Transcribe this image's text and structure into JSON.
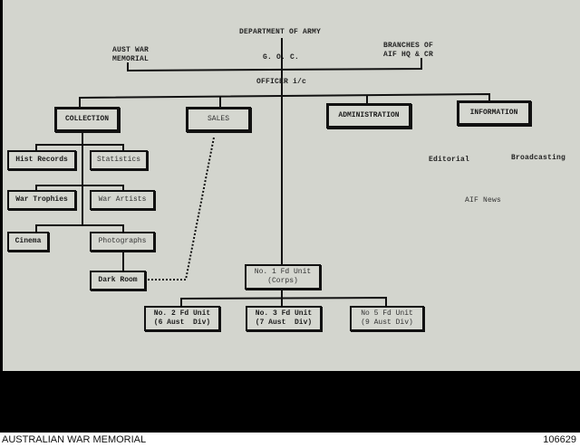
{
  "chart": {
    "top": {
      "department": "DEPARTMENT OF ARMY",
      "goc": "G. O. C.",
      "awm": "AUST WAR\nMEMORIAL",
      "branches": "BRANCHES OF\nAIF HQ & CR",
      "officer": "OFFICER i/c"
    },
    "sections": {
      "collection": "COLLECTION",
      "sales": "SALES",
      "administration": "ADMINISTRATION",
      "information": "INFORMATION"
    },
    "collection_units": {
      "hist_records": "Hist Records",
      "statistics": "Statistics",
      "war_trophies": "War Trophies",
      "war_artists": "War Artists",
      "cinema": "Cinema",
      "photographs": "Photographs",
      "dark_room": "Dark Room"
    },
    "information_units": {
      "editorial": "Editorial",
      "broadcasting": "Broadcasting",
      "aif_news": "AIF News"
    },
    "field_units": {
      "fd1": "No. 1 Fd Unit\n(Corps)",
      "fd2": "No. 2 Fd Unit\n(6 Aust  Div)",
      "fd3": "No. 3 Fd Unit\n(7 Aust  Div)",
      "fd5": "No 5 Fd Unit\n(9 Aust Div)"
    }
  },
  "footer": {
    "source": "AUSTRALIAN WAR MEMORIAL",
    "id": "106629"
  }
}
